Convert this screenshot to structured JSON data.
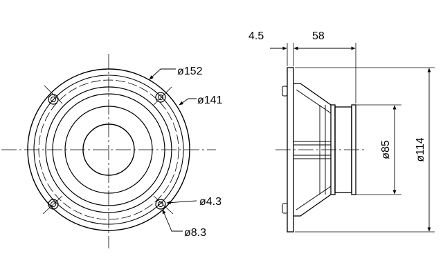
{
  "labels": {
    "outer_diameter": "ø152",
    "cutout_diameter": "ø141",
    "hole_diameter": "ø4.3",
    "hole_circle_diameter": "ø8.3",
    "flange_thickness": "4.5",
    "mounting_depth": "58",
    "magnet_diameter": "ø85",
    "basket_diameter": "ø114"
  }
}
